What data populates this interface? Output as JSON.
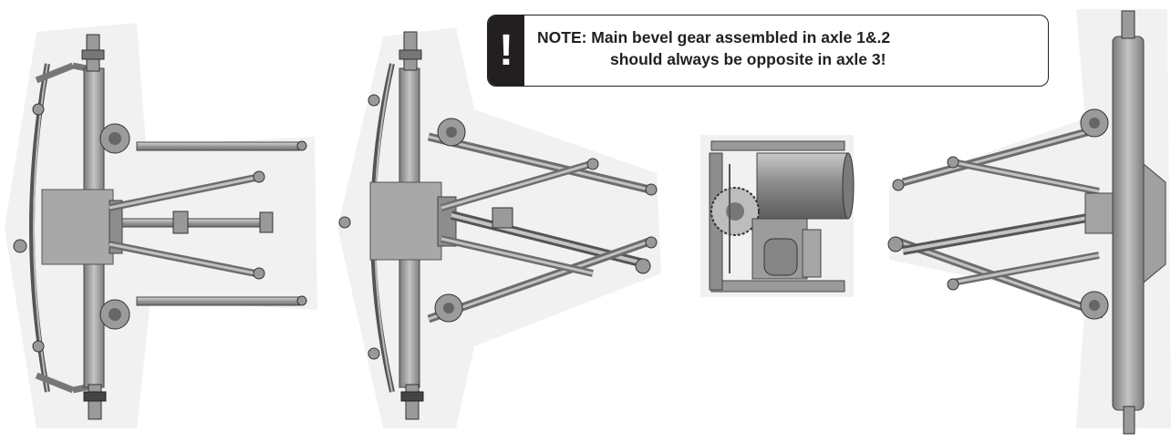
{
  "note": {
    "badge": "!",
    "line1": "NOTE: Main bevel gear assembled in axle 1&.2",
    "line2": "should always be opposite in axle 3!"
  },
  "colors": {
    "part_fill": "#a9a9a9",
    "part_light": "#cfcfcf",
    "part_dark": "#6e6e6e",
    "outline": "#3a3a3a",
    "halo": "#f1f1f1",
    "badge": "#231f20"
  },
  "assemblies": [
    {
      "id": "axle-1",
      "icon": "front-axle-assembly"
    },
    {
      "id": "axle-2",
      "icon": "middle-axle-assembly"
    },
    {
      "id": "transfer-case",
      "icon": "gearbox-motor-assembly"
    },
    {
      "id": "axle-3",
      "icon": "rear-axle-assembly"
    }
  ]
}
